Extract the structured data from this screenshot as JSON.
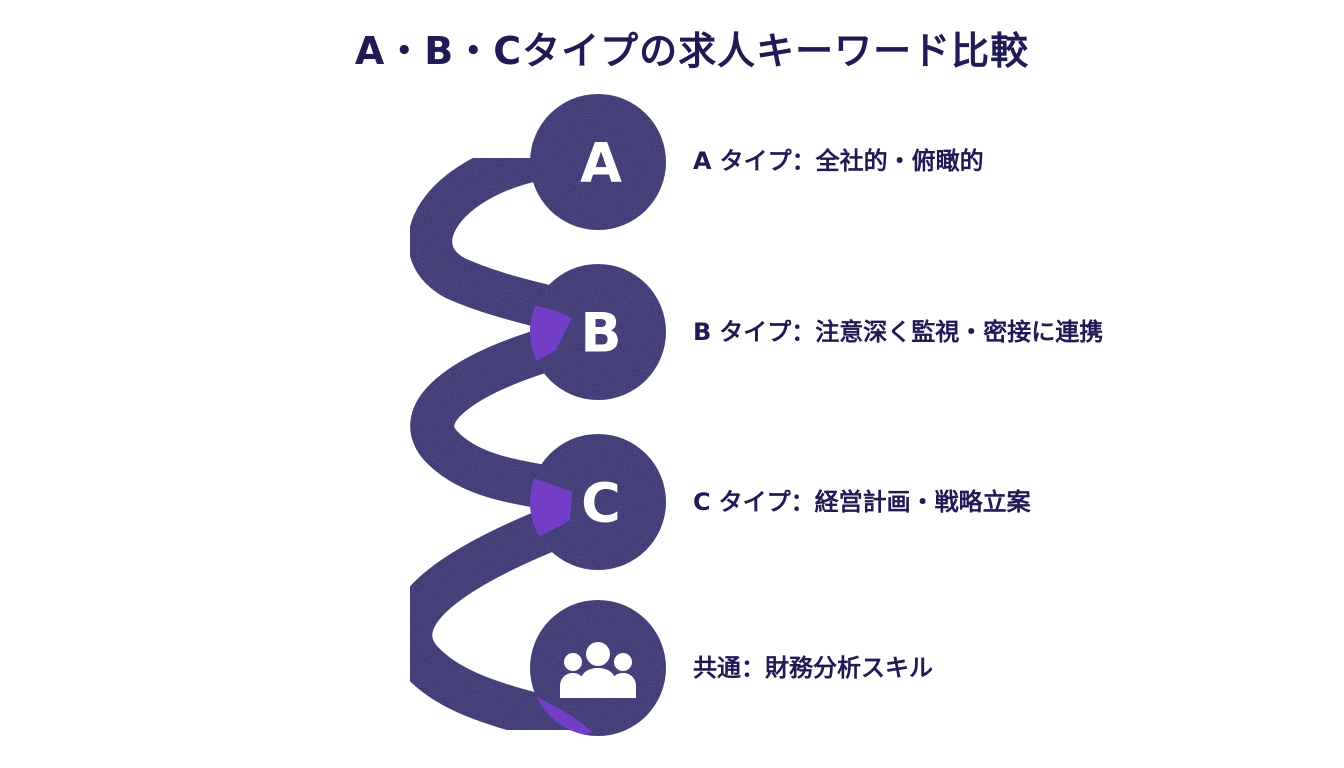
{
  "title": "A・B・Cタイプの求人キーワード比較",
  "colors": {
    "primary": "#2c2470",
    "accent": "#7b3fd6",
    "text": "#201a55"
  },
  "nodes": [
    {
      "letter": "A",
      "tag": "A",
      "label": "タイプ：全社的・俯瞰的"
    },
    {
      "letter": "B",
      "tag": "B",
      "label": "タイプ：注意深く監視・密接に連携"
    },
    {
      "letter": "C",
      "tag": "C",
      "label": "タイプ：経営計画・戦略立案"
    },
    {
      "icon": "people-icon",
      "tag": "",
      "label": "共通：財務分析スキル"
    }
  ]
}
